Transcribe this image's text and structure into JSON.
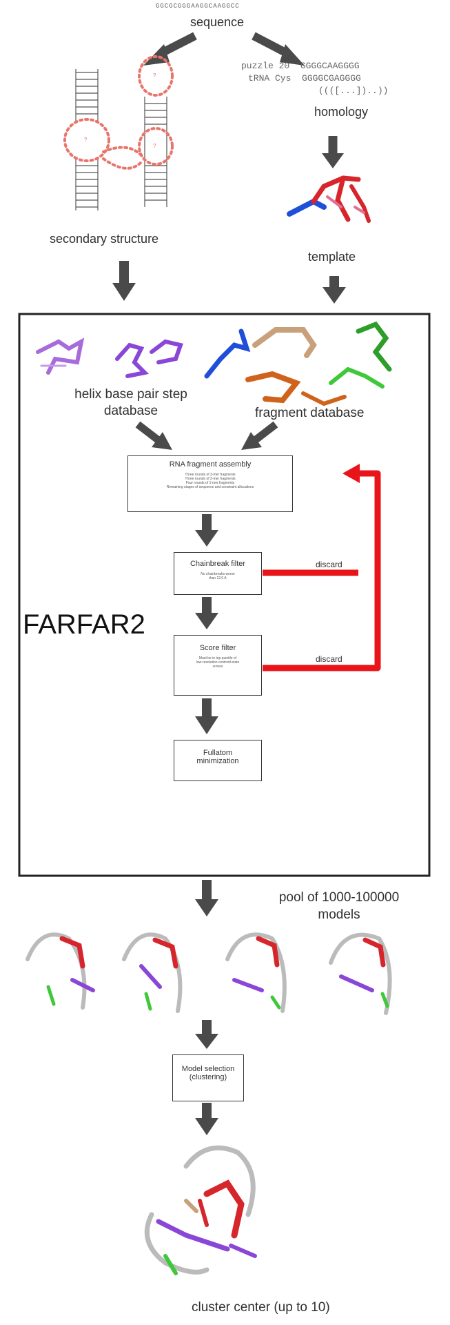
{
  "top": {
    "sequence_string": "GGCGCGGGAAGGCAAGGCC",
    "sequence_label": "sequence",
    "homology_lines": [
      "puzzle 20  GGGGCAAGGGG",
      "tRNA Cys  GGGGCGAGGGG",
      "((([...])..))"
    ],
    "homology_label": "homology",
    "secondary_structure_label": "secondary structure",
    "template_label": "template"
  },
  "farfar": {
    "title": "FARFAR2",
    "helix_db_label": [
      "helix base pair step",
      "database"
    ],
    "fragment_db_label": "fragment database",
    "assembly": {
      "title": "RNA fragment assembly",
      "details": [
        "Three rounds of 3-mer fragments",
        "Three rounds of 2-mer fragments",
        "Four rounds of 1-mer fragments",
        "Remaining stages of sequence and constraint allocations"
      ]
    },
    "chainbreak": {
      "title": "Chainbreak filter",
      "details": [
        "No chainbreaks worse",
        "than 12.0 A"
      ]
    },
    "score": {
      "title": "Score filter",
      "details": [
        "Must be in top quintile of",
        "low-resolution centroid-state",
        "scores"
      ]
    },
    "fullatom": {
      "title": "Fullatom minimization"
    },
    "discard_label": "discard"
  },
  "pool_label": [
    "pool of 1000-100000",
    "models"
  ],
  "model_selection": {
    "title": "Model selection",
    "subtitle": "(clustering)"
  },
  "cluster_label": "cluster center (up to 10)",
  "colors": {
    "arrow": "#4a4a4a",
    "discard": "#e8141a",
    "helix": "#9b59d6",
    "fragment_blue": "#1f4fd8",
    "fragment_tan": "#c8a07a",
    "fragment_orange": "#d0631c",
    "fragment_green": "#3fc83a",
    "template_red": "#d6262b",
    "ss_red": "#e8756b"
  }
}
